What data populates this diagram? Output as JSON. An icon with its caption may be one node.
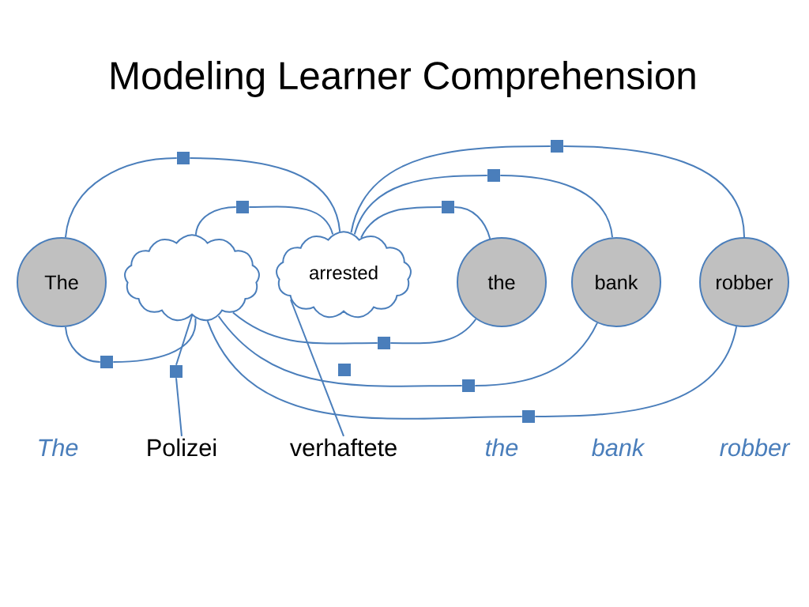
{
  "diagram": {
    "title": "Modeling Learner Comprehension",
    "nodes": [
      {
        "text": [
          "The"
        ]
      },
      {
        "text": [],
        "shape": "cloud"
      },
      {
        "text": [
          "arrested"
        ]
      },
      {
        "text": [
          "the"
        ]
      },
      {
        "text": [
          "bank"
        ]
      },
      {
        "text": [
          "robber"
        ]
      },
      {
        "text": [
          "Polizei"
        ]
      },
      {
        "text": [
          "verhaftete"
        ]
      },
      {
        "text": [],
        "shape": "box"
      },
      {
        "text": [],
        "shape": "box"
      },
      {
        "text": [],
        "shape": "box"
      },
      {
        "text": [],
        "shape": "box"
      },
      {
        "text": [],
        "shape": "box"
      },
      {
        "text": [],
        "shape": "box"
      },
      {
        "text": [],
        "shape": "box"
      },
      {
        "text": [],
        "shape": "box"
      },
      {
        "text": [],
        "shape": "box"
      },
      {
        "text": [],
        "shape": "box"
      },
      {
        "text": [],
        "shape": "box"
      }
    ],
    "edges": [
      {
        "from": 0,
        "to": 8,
        "arrow": "none"
      },
      {
        "from": 8,
        "to": 2,
        "arrow": "none"
      },
      {
        "from": 1,
        "to": 9,
        "arrow": "none"
      },
      {
        "from": 9,
        "to": 2,
        "arrow": "none"
      },
      {
        "from": 2,
        "to": 10,
        "arrow": "none"
      },
      {
        "from": 10,
        "to": 5,
        "arrow": "none"
      },
      {
        "from": 2,
        "to": 11,
        "arrow": "none"
      },
      {
        "from": 11,
        "to": 4,
        "arrow": "none"
      },
      {
        "from": 2,
        "to": 12,
        "arrow": "none"
      },
      {
        "from": 12,
        "to": 3,
        "arrow": "none"
      },
      {
        "from": 0,
        "to": 13,
        "arrow": "none"
      },
      {
        "from": 13,
        "to": 1,
        "arrow": "none"
      },
      {
        "from": 1,
        "to": 14,
        "arrow": "none"
      },
      {
        "from": 14,
        "to": 6,
        "arrow": "none"
      },
      {
        "from": 1,
        "to": 15,
        "arrow": "none"
      },
      {
        "from": 15,
        "to": 3,
        "arrow": "none"
      },
      {
        "from": 1,
        "to": 17,
        "arrow": "none"
      },
      {
        "from": 17,
        "to": 4,
        "arrow": "none"
      },
      {
        "from": 1,
        "to": 18,
        "arrow": "none"
      },
      {
        "from": 18,
        "to": 5,
        "arrow": "none"
      },
      {
        "from": 2,
        "to": 7,
        "arrow": "none"
      }
    ],
    "labels": [
      "The",
      "the",
      "bank",
      "robber"
    ]
  }
}
